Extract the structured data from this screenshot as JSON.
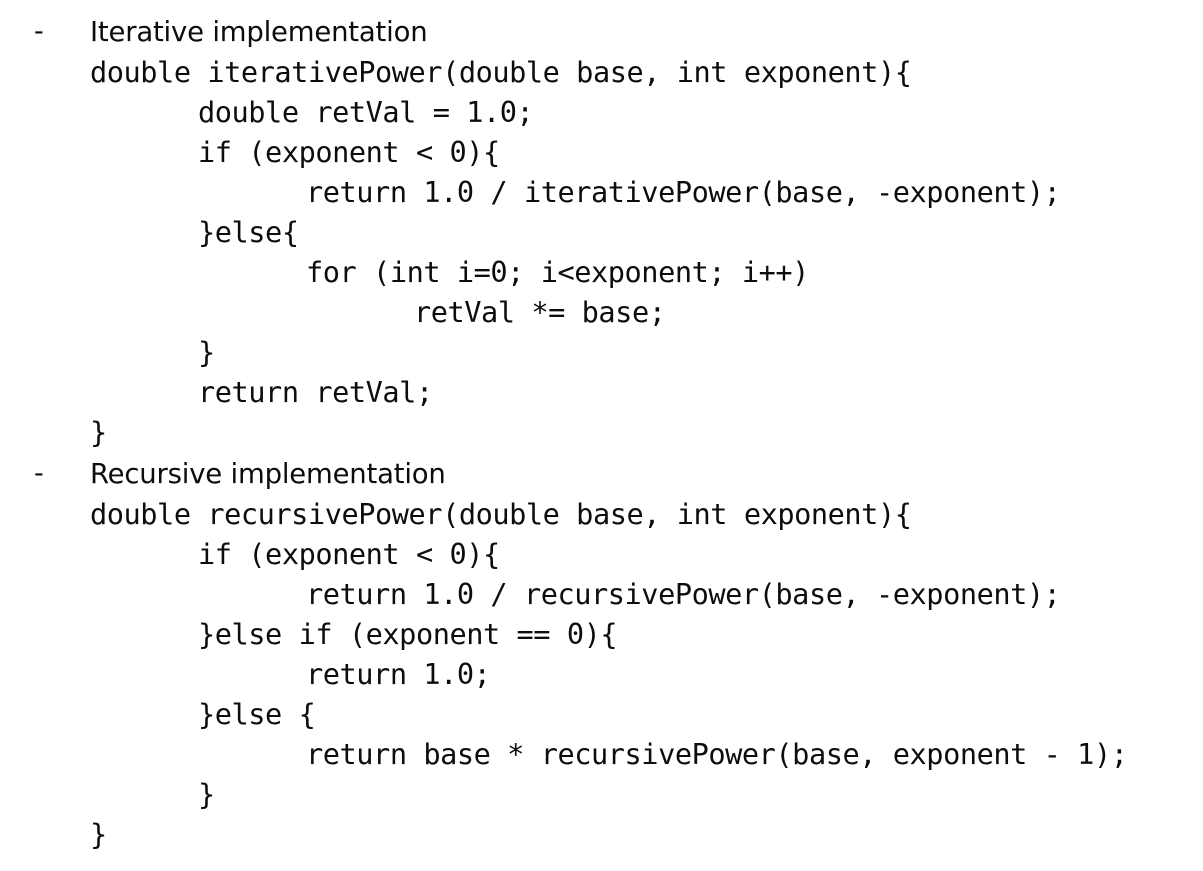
{
  "slide": {
    "background_color": "#ffffff",
    "text_color": "#0d0d0d",
    "bullet_marker": "-",
    "sections": [
      {
        "heading": "Iterative implementation",
        "code_lines": [
          {
            "indent": 0,
            "text": "double iterativePower(double base, int exponent){"
          },
          {
            "indent": 1,
            "text": "double retVal = 1.0;"
          },
          {
            "indent": 1,
            "text": "if (exponent < 0){"
          },
          {
            "indent": 2,
            "text": "return 1.0 / iterativePower(base, -exponent);"
          },
          {
            "indent": 1,
            "text": "}else{"
          },
          {
            "indent": 2,
            "text": "for (int i=0; i<exponent; i++)"
          },
          {
            "indent": 3,
            "text": "retVal *= base;"
          },
          {
            "indent": 1,
            "text": "}"
          },
          {
            "indent": 1,
            "text": "return retVal;"
          },
          {
            "indent": 0,
            "text": "}"
          }
        ]
      },
      {
        "heading": "Recursive implementation",
        "code_lines": [
          {
            "indent": 0,
            "text": "double recursivePower(double base, int exponent){"
          },
          {
            "indent": 1,
            "text": "if (exponent < 0){"
          },
          {
            "indent": 2,
            "text": "return 1.0 / recursivePower(base, -exponent);"
          },
          {
            "indent": 1,
            "text": "}else if (exponent == 0){"
          },
          {
            "indent": 2,
            "text": "return 1.0;"
          },
          {
            "indent": 1,
            "text": "}else {"
          },
          {
            "indent": 2,
            "text": "return base * recursivePower(base, exponent - 1);"
          },
          {
            "indent": 1,
            "text": "}"
          },
          {
            "indent": 0,
            "text": "}"
          }
        ]
      }
    ]
  }
}
